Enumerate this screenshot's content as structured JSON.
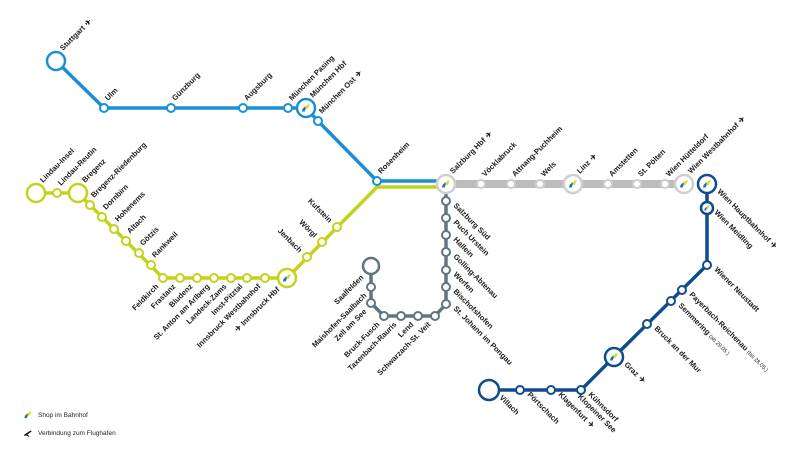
{
  "colors": {
    "blue": "#1b8fd2",
    "green": "#c3d31c",
    "grey": "#bdbdbd",
    "slate": "#5f7682",
    "navy": "#0f4c8e",
    "shop_blue": "#1b6fc2",
    "shop_yellow": "#d6e21a",
    "text": "#1a1a1a"
  },
  "lines": [
    {
      "id": "blue",
      "stations": [
        {
          "name": "Stuttgart",
          "airport": true
        },
        {
          "name": "Ulm"
        },
        {
          "name": "Günzburg"
        },
        {
          "name": "Augsburg"
        },
        {
          "name": "München Pasing"
        },
        {
          "name": "München Hbf",
          "shop": true
        },
        {
          "name": "München Ost",
          "airport": true
        },
        {
          "name": "Rosenheim"
        }
      ]
    },
    {
      "id": "green",
      "stations": [
        {
          "name": "Lindau-Insel"
        },
        {
          "name": "Lindau-Reutin"
        },
        {
          "name": "Bregenz"
        },
        {
          "name": "Bregenz-Riedenburg"
        },
        {
          "name": "Dornbirn"
        },
        {
          "name": "Hohenems"
        },
        {
          "name": "Altach"
        },
        {
          "name": "Götzis"
        },
        {
          "name": "Rankweil"
        },
        {
          "name": "Feldkirch"
        },
        {
          "name": "Frastanz"
        },
        {
          "name": "Bludenz"
        },
        {
          "name": "St. Anton am Arlberg"
        },
        {
          "name": "Landeck-Zams"
        },
        {
          "name": "Imst-Pitztal"
        },
        {
          "name": "Innsbruck Westbahnhof"
        },
        {
          "name": "Innsbruck Hbf",
          "shop": true,
          "airport": true
        },
        {
          "name": "Jenbach"
        },
        {
          "name": "Wörgl"
        },
        {
          "name": "Kufstein"
        }
      ]
    },
    {
      "id": "grey",
      "stations": [
        {
          "name": "Salzburg Hbf",
          "shop": true,
          "airport": true
        },
        {
          "name": "Vöcklabruck"
        },
        {
          "name": "Attnang-Puchheim"
        },
        {
          "name": "Wels"
        },
        {
          "name": "Linz",
          "shop": true,
          "airport": true
        },
        {
          "name": "Amstetten"
        },
        {
          "name": "St. Pölten"
        },
        {
          "name": "Wien Hütteldorf"
        },
        {
          "name": "Wien Westbahnhof",
          "shop": true,
          "airport": true
        }
      ]
    },
    {
      "id": "slate",
      "stations": [
        {
          "name": "Salzburg Süd"
        },
        {
          "name": "Puch Urstein"
        },
        {
          "name": "Hallein"
        },
        {
          "name": "Golling-Abtenau"
        },
        {
          "name": "Werfen"
        },
        {
          "name": "Bischofshofen"
        },
        {
          "name": "St. Johann im Pongau"
        },
        {
          "name": "Schwarzach-St. Veit"
        },
        {
          "name": "Lend"
        },
        {
          "name": "Taxenbach-Rauris"
        },
        {
          "name": "Bruck-Fusch"
        },
        {
          "name": "Zell am See"
        },
        {
          "name": "Maishofen-Saalbach"
        },
        {
          "name": "Saalfelden"
        }
      ]
    },
    {
      "id": "navy",
      "stations": [
        {
          "name": "Wien Hauptbahnhof",
          "shop": true,
          "airport": true
        },
        {
          "name": "Wien Meidling",
          "shop": true
        },
        {
          "name": "Wiener Neustadt"
        },
        {
          "name": "Payerbach-Reichenau",
          "note": "(bis 28.05.)"
        },
        {
          "name": "Semmering",
          "note": "(ab 29.05.)"
        },
        {
          "name": "Bruck an der Mur"
        },
        {
          "name": "Graz",
          "shop": true,
          "airport": true
        },
        {
          "name": "Kühnsdorf",
          "name2": "Klopeiner See"
        },
        {
          "name": "Klagenfurt",
          "airport": true
        },
        {
          "name": "Pörtschach"
        },
        {
          "name": "Villach"
        }
      ]
    }
  ],
  "legend": {
    "shop_label": "Shop im Bahnhof",
    "shop_icon": "shop-icon",
    "airport_label": "Verbindung zum Flughafen",
    "airport_icon": "airplane-icon"
  }
}
